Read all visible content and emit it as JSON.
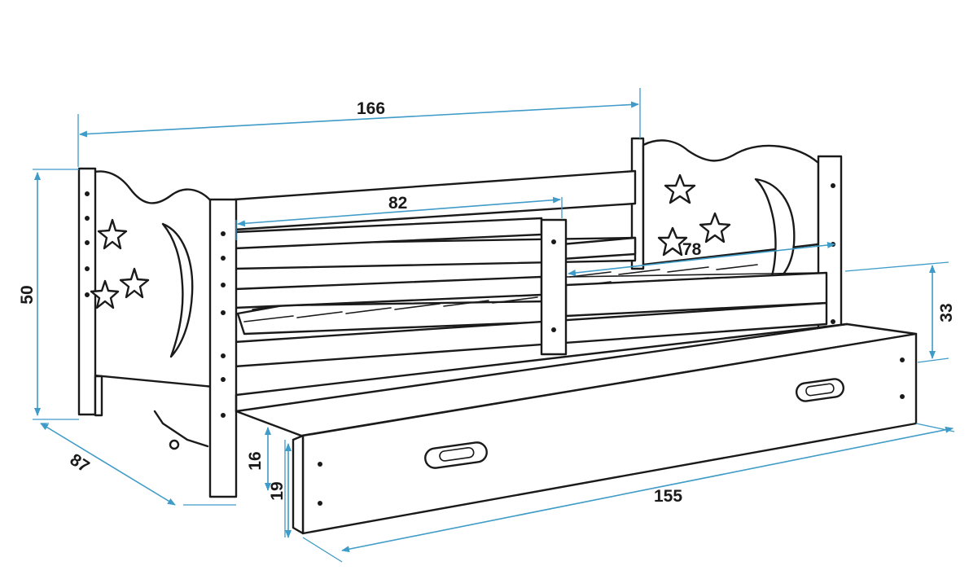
{
  "colors": {
    "dimension": "#3f9bc7",
    "outline": "#1a1a1a",
    "background": "#ffffff"
  },
  "dimensions": {
    "total_length": "166",
    "height": "50",
    "depth": "87",
    "barrier_length": "82",
    "opening_length": "78",
    "side_height": "33",
    "drawer_length": "155",
    "drawer_inner_height": "16",
    "drawer_height": "19"
  },
  "icons": [
    "star-icon",
    "moon-icon",
    "drawer-handle-icon",
    "caster-wheel-icon"
  ]
}
